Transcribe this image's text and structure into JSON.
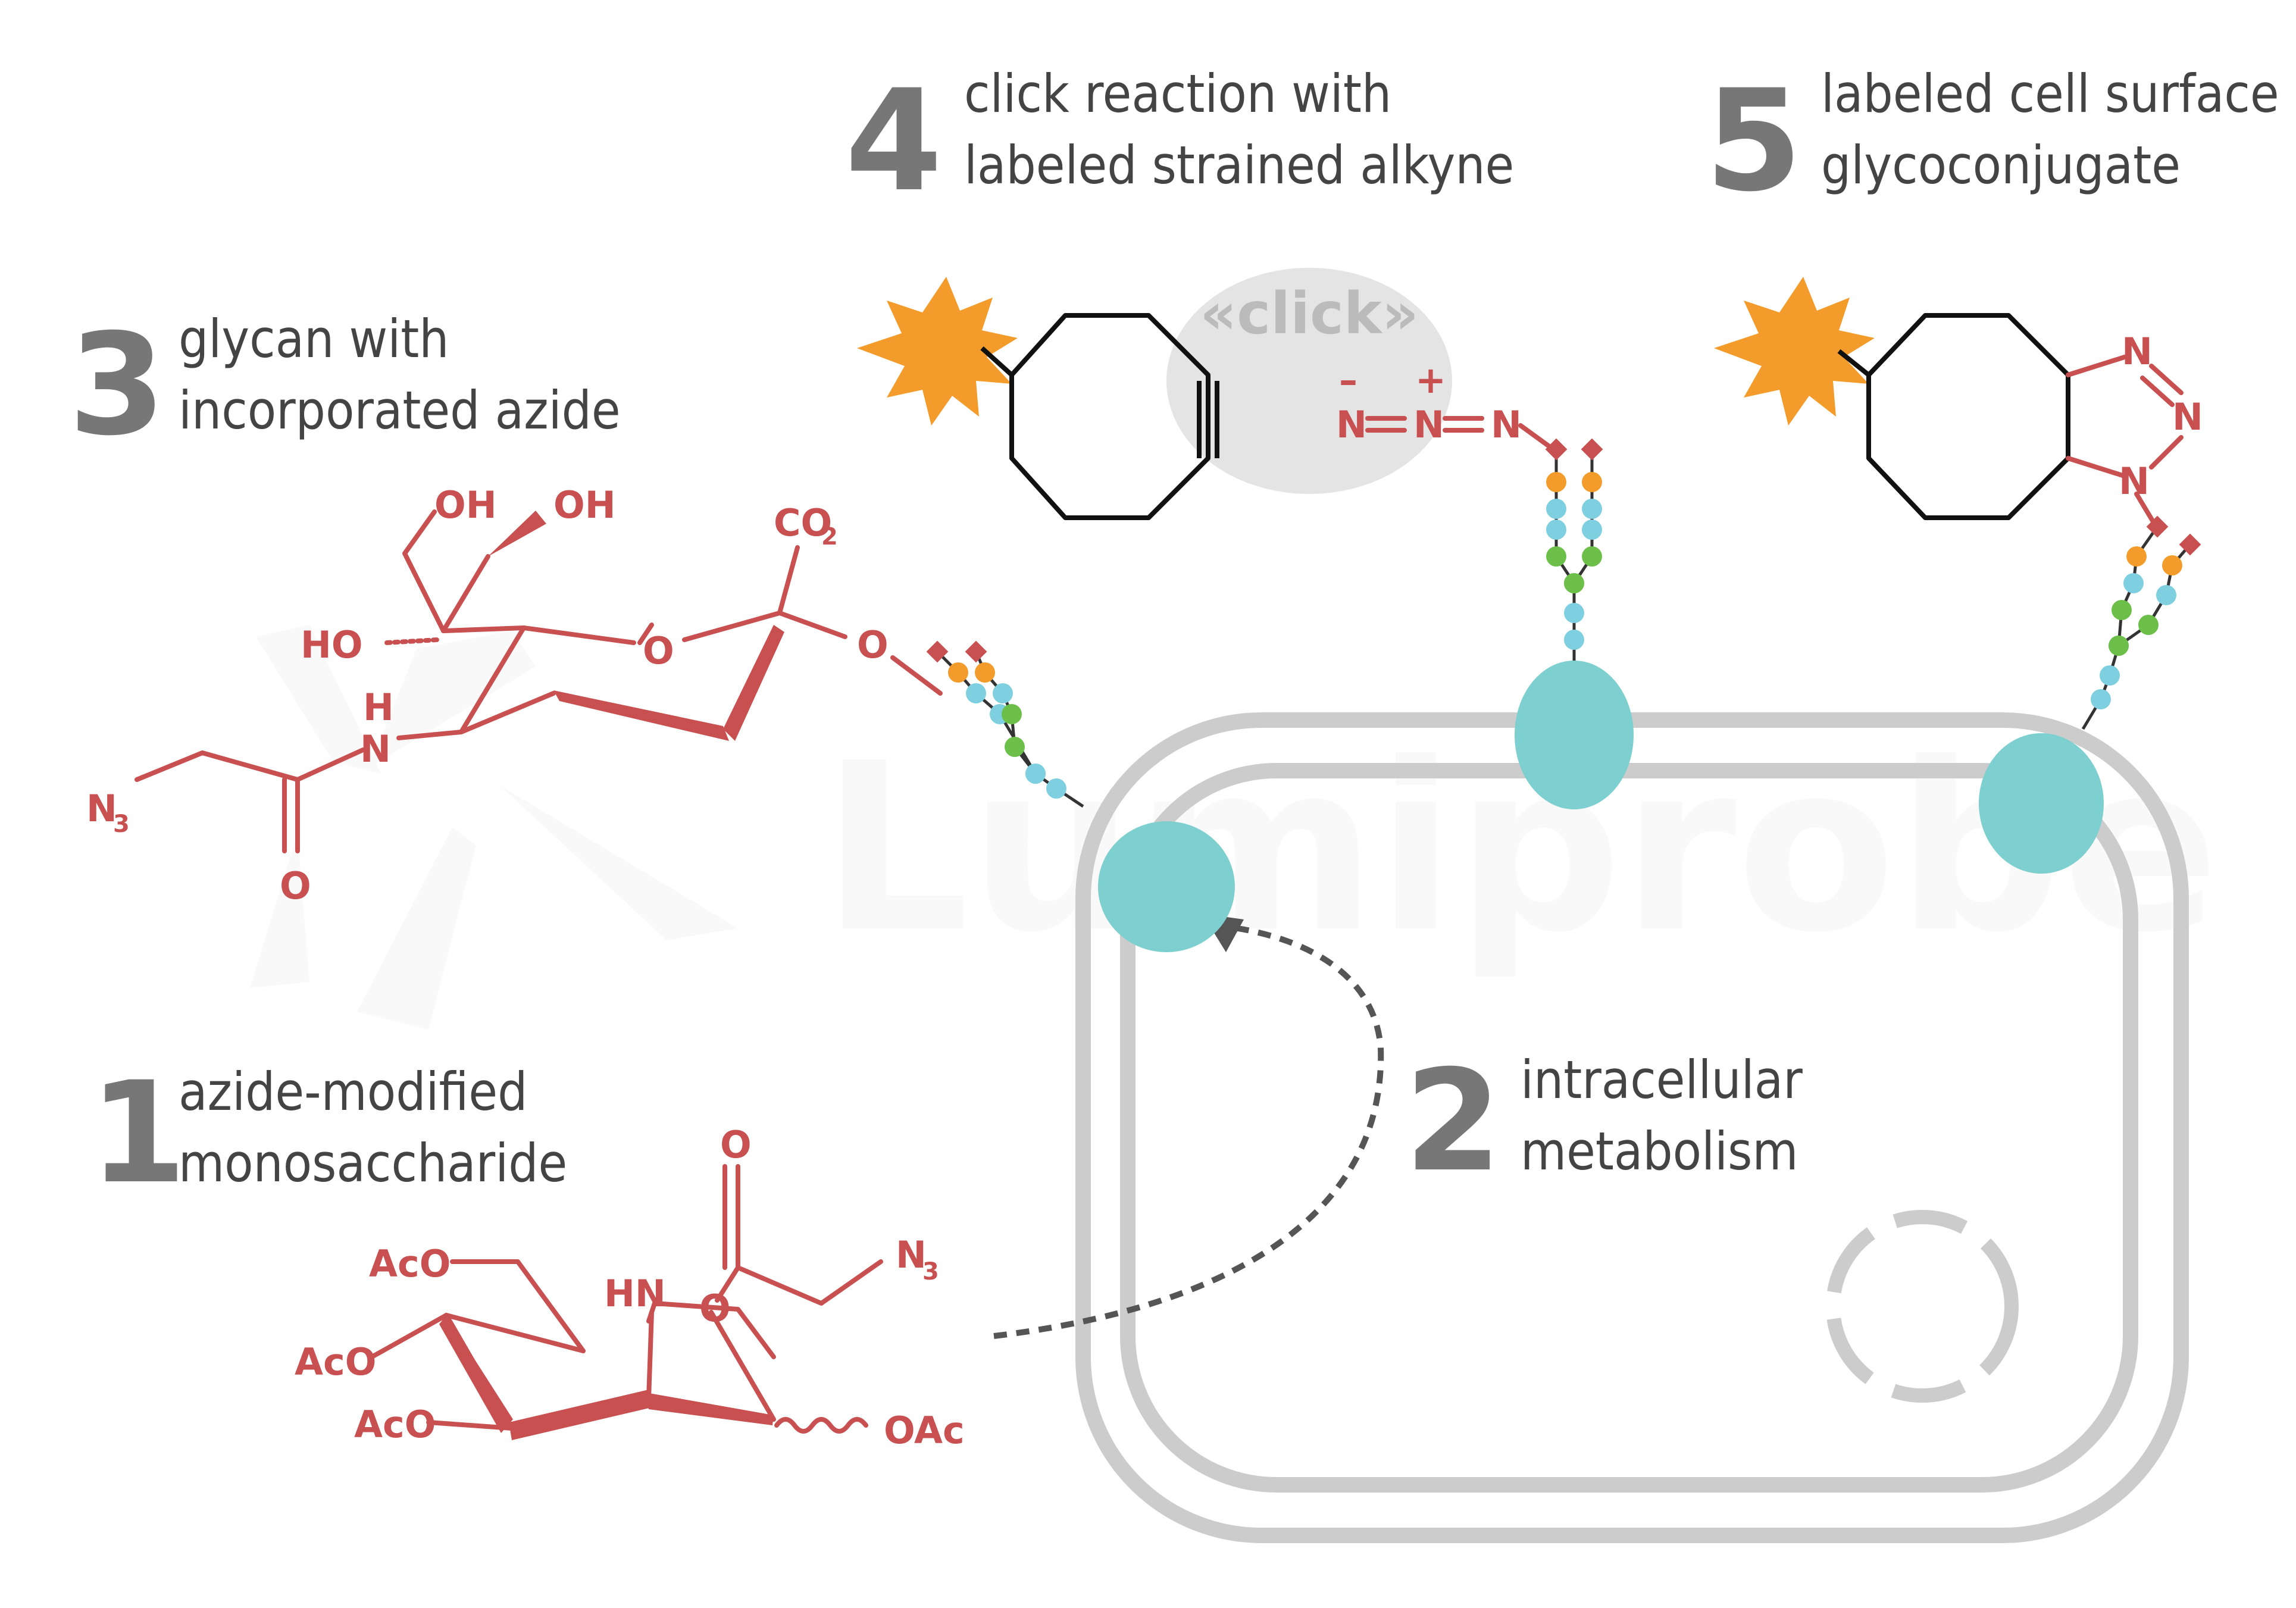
{
  "watermark": "Lumiprobe",
  "steps": [
    {
      "number": "1",
      "line1": "azide-modified",
      "line2": "monosaccharide"
    },
    {
      "number": "2",
      "line1": "intracellular",
      "line2": "metabolism"
    },
    {
      "number": "3",
      "line1": "glycan with",
      "line2": "incorporated azide"
    },
    {
      "number": "4",
      "line1": "click reaction with",
      "line2": "labeled strained alkyne"
    },
    {
      "number": "5",
      "line1": "labeled cell surface",
      "line2": "glycoconjugate"
    }
  ],
  "click_label": "«click»",
  "chem": {
    "oh1": "OH",
    "oh2": "OH",
    "ho": "HO",
    "co2": "CO",
    "co2_sub": "2",
    "o_ring": "O",
    "o_link": "O",
    "nh_h": "H",
    "nh_n": "N",
    "n3": "N",
    "n3_sub": "3",
    "o_carbonyl": "O",
    "m_o_top": "O",
    "m_n3": "N",
    "m_n3_sub": "3",
    "m_hn": "HN",
    "m_o_ring": "O",
    "m_aco1": "AcO",
    "m_aco2": "AcO",
    "m_aco3": "AcO",
    "m_oac": "OAc",
    "azide_n1": "N",
    "azide_n2": "N",
    "azide_n3": "N",
    "azide_minus": "–",
    "azide_plus": "+",
    "triazole_n1": "N",
    "triazole_n2": "N",
    "triazole_n3": "N"
  },
  "colors": {
    "chem_red": "#c85050",
    "number_gray": "#777777",
    "text_gray": "#444444",
    "protein_teal": "#7ecfcf",
    "dye_orange": "#f39c2b",
    "bead_orange": "#f39c2b",
    "bead_green": "#6cc04a",
    "bead_teal": "#7ecfe0",
    "membrane_gray": "#cccccc"
  },
  "icons": {
    "dye": "starburst-fluorophore-icon",
    "protein": "membrane-protein-icon"
  }
}
